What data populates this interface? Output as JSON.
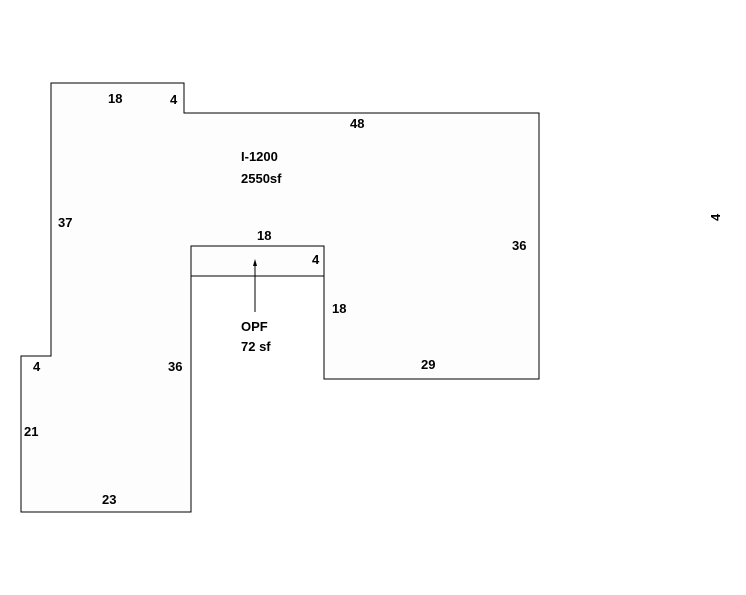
{
  "main_area": {
    "code": "I-1200",
    "area": "2550sf"
  },
  "porch": {
    "code": "OPF",
    "area": "72 sf"
  },
  "dimensions": {
    "top_left_width": "18",
    "top_step": "4",
    "top_right_width": "48",
    "left_upper": "37",
    "right_side": "36",
    "porch_top": "18",
    "porch_depth": "4",
    "inner_right": "18",
    "inner_left": "36",
    "bottom_right": "29",
    "left_step": "4",
    "left_lower": "21",
    "bottom_left": "23",
    "margin_marker": "4"
  },
  "colors": {
    "fill": "#fdfdfd",
    "stroke": "#000000"
  }
}
